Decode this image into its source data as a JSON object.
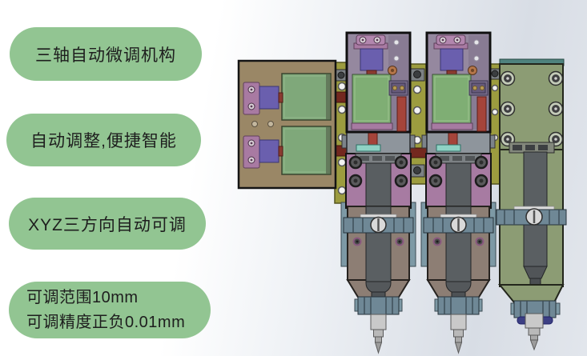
{
  "labels": [
    {
      "text": "三轴自动微调机构"
    },
    {
      "text": "自动调整,便捷智能"
    },
    {
      "text": "XYZ三方向自动可调"
    },
    {
      "lines": [
        "可调范围10mm",
        "可调精度正负0.01mm"
      ]
    }
  ],
  "palette": {
    "label_bg": "#92c592",
    "label_text": "#1e1e1e",
    "bg_top": "#ffffff",
    "bg_shade": "#d8dde5",
    "frame_black": "#101010",
    "module_purple": "#95889f",
    "pcb_green": "#7fae74",
    "motor_purple": "#6a5fae",
    "bracket_pink": "#b286ae",
    "plate_mauve": "#a77ba2",
    "panel_brown": "#9a8766",
    "rail_olive": "#9c9c3f",
    "body_taupe": "#8d7e74",
    "body_sage": "#8c9c74",
    "barrel_gray": "#5a5f62",
    "collar_steel": "#6f8896",
    "accent_red": "#a5443a",
    "teal_block": "#8fd2c4",
    "nozzle_silver": "#c9c9c9",
    "navy_ring": "#3c3f84"
  }
}
